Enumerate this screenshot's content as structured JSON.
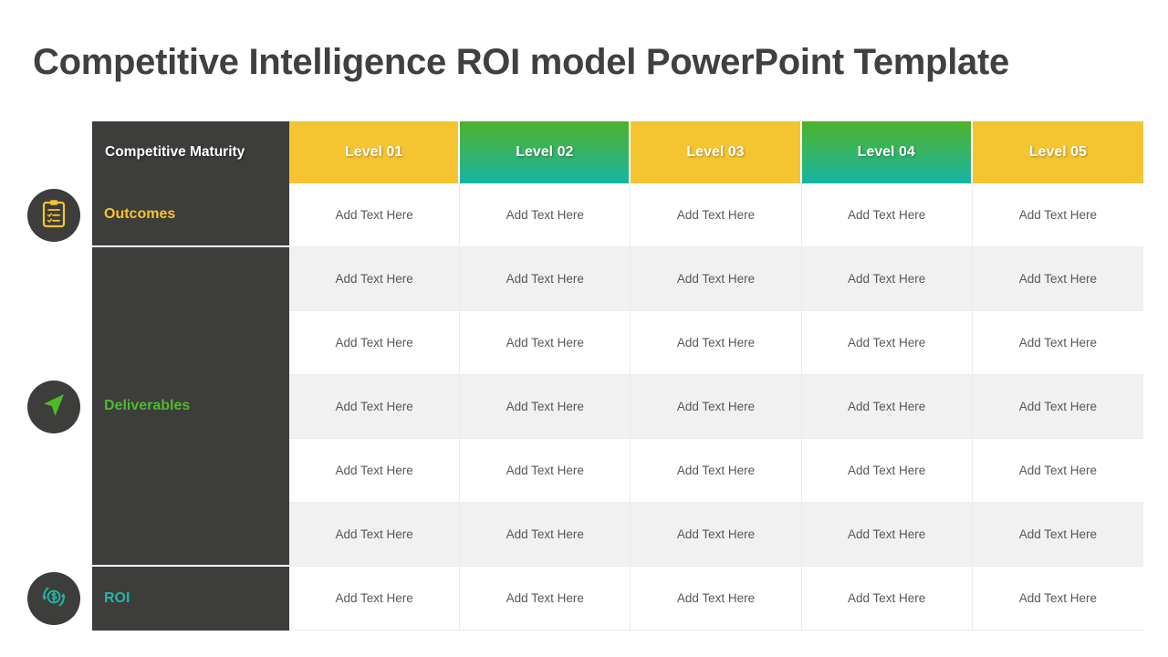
{
  "title": "Competitive Intelligence ROI model PowerPoint Template",
  "colors": {
    "title_text": "#404040",
    "dark_panel": "#3d3d3b",
    "yellow": "#f5c431",
    "green": "#4cbb2a",
    "teal": "#1fb9a3",
    "row_stripe": "#f1f1f1",
    "cell_text": "#58585a"
  },
  "table": {
    "header": {
      "label": "Competitive  Maturity",
      "levels": [
        {
          "label": "Level 01",
          "style": "yellow"
        },
        {
          "label": "Level 02",
          "style": "green-gradient"
        },
        {
          "label": "Level 03",
          "style": "yellow"
        },
        {
          "label": "Level 04",
          "style": "green-gradient"
        },
        {
          "label": "Level 05",
          "style": "yellow"
        }
      ]
    },
    "sections": [
      {
        "name": "Outcomes",
        "icon": "clipboard-checklist-icon",
        "color": "#f5c431",
        "rows": 1
      },
      {
        "name": "Deliverables",
        "icon": "navigation-arrow-icon",
        "color": "#4cbb2a",
        "rows": 5
      },
      {
        "name": "ROI",
        "icon": "money-cycle-icon",
        "color": "#1fb9a3",
        "rows": 1
      }
    ],
    "cell_placeholder": "Add Text Here",
    "rows": [
      {
        "stripe": "norm",
        "cells": [
          "Add Text Here",
          "Add Text Here",
          "Add Text Here",
          "Add Text Here",
          "Add Text Here"
        ]
      },
      {
        "stripe": "alt",
        "cells": [
          "Add Text Here",
          "Add Text Here",
          "Add Text Here",
          "Add Text Here",
          "Add Text Here"
        ]
      },
      {
        "stripe": "norm",
        "cells": [
          "Add Text Here",
          "Add Text Here",
          "Add Text Here",
          "Add Text Here",
          "Add Text Here"
        ]
      },
      {
        "stripe": "alt",
        "cells": [
          "Add Text Here",
          "Add Text Here",
          "Add Text Here",
          "Add Text Here",
          "Add Text Here"
        ]
      },
      {
        "stripe": "norm",
        "cells": [
          "Add Text Here",
          "Add Text Here",
          "Add Text Here",
          "Add Text Here",
          "Add Text Here"
        ]
      },
      {
        "stripe": "alt",
        "cells": [
          "Add Text Here",
          "Add Text Here",
          "Add Text Here",
          "Add Text Here",
          "Add Text Here"
        ]
      },
      {
        "stripe": "norm",
        "cells": [
          "Add Text Here",
          "Add Text Here",
          "Add Text Here",
          "Add Text Here",
          "Add Text Here"
        ]
      }
    ]
  }
}
